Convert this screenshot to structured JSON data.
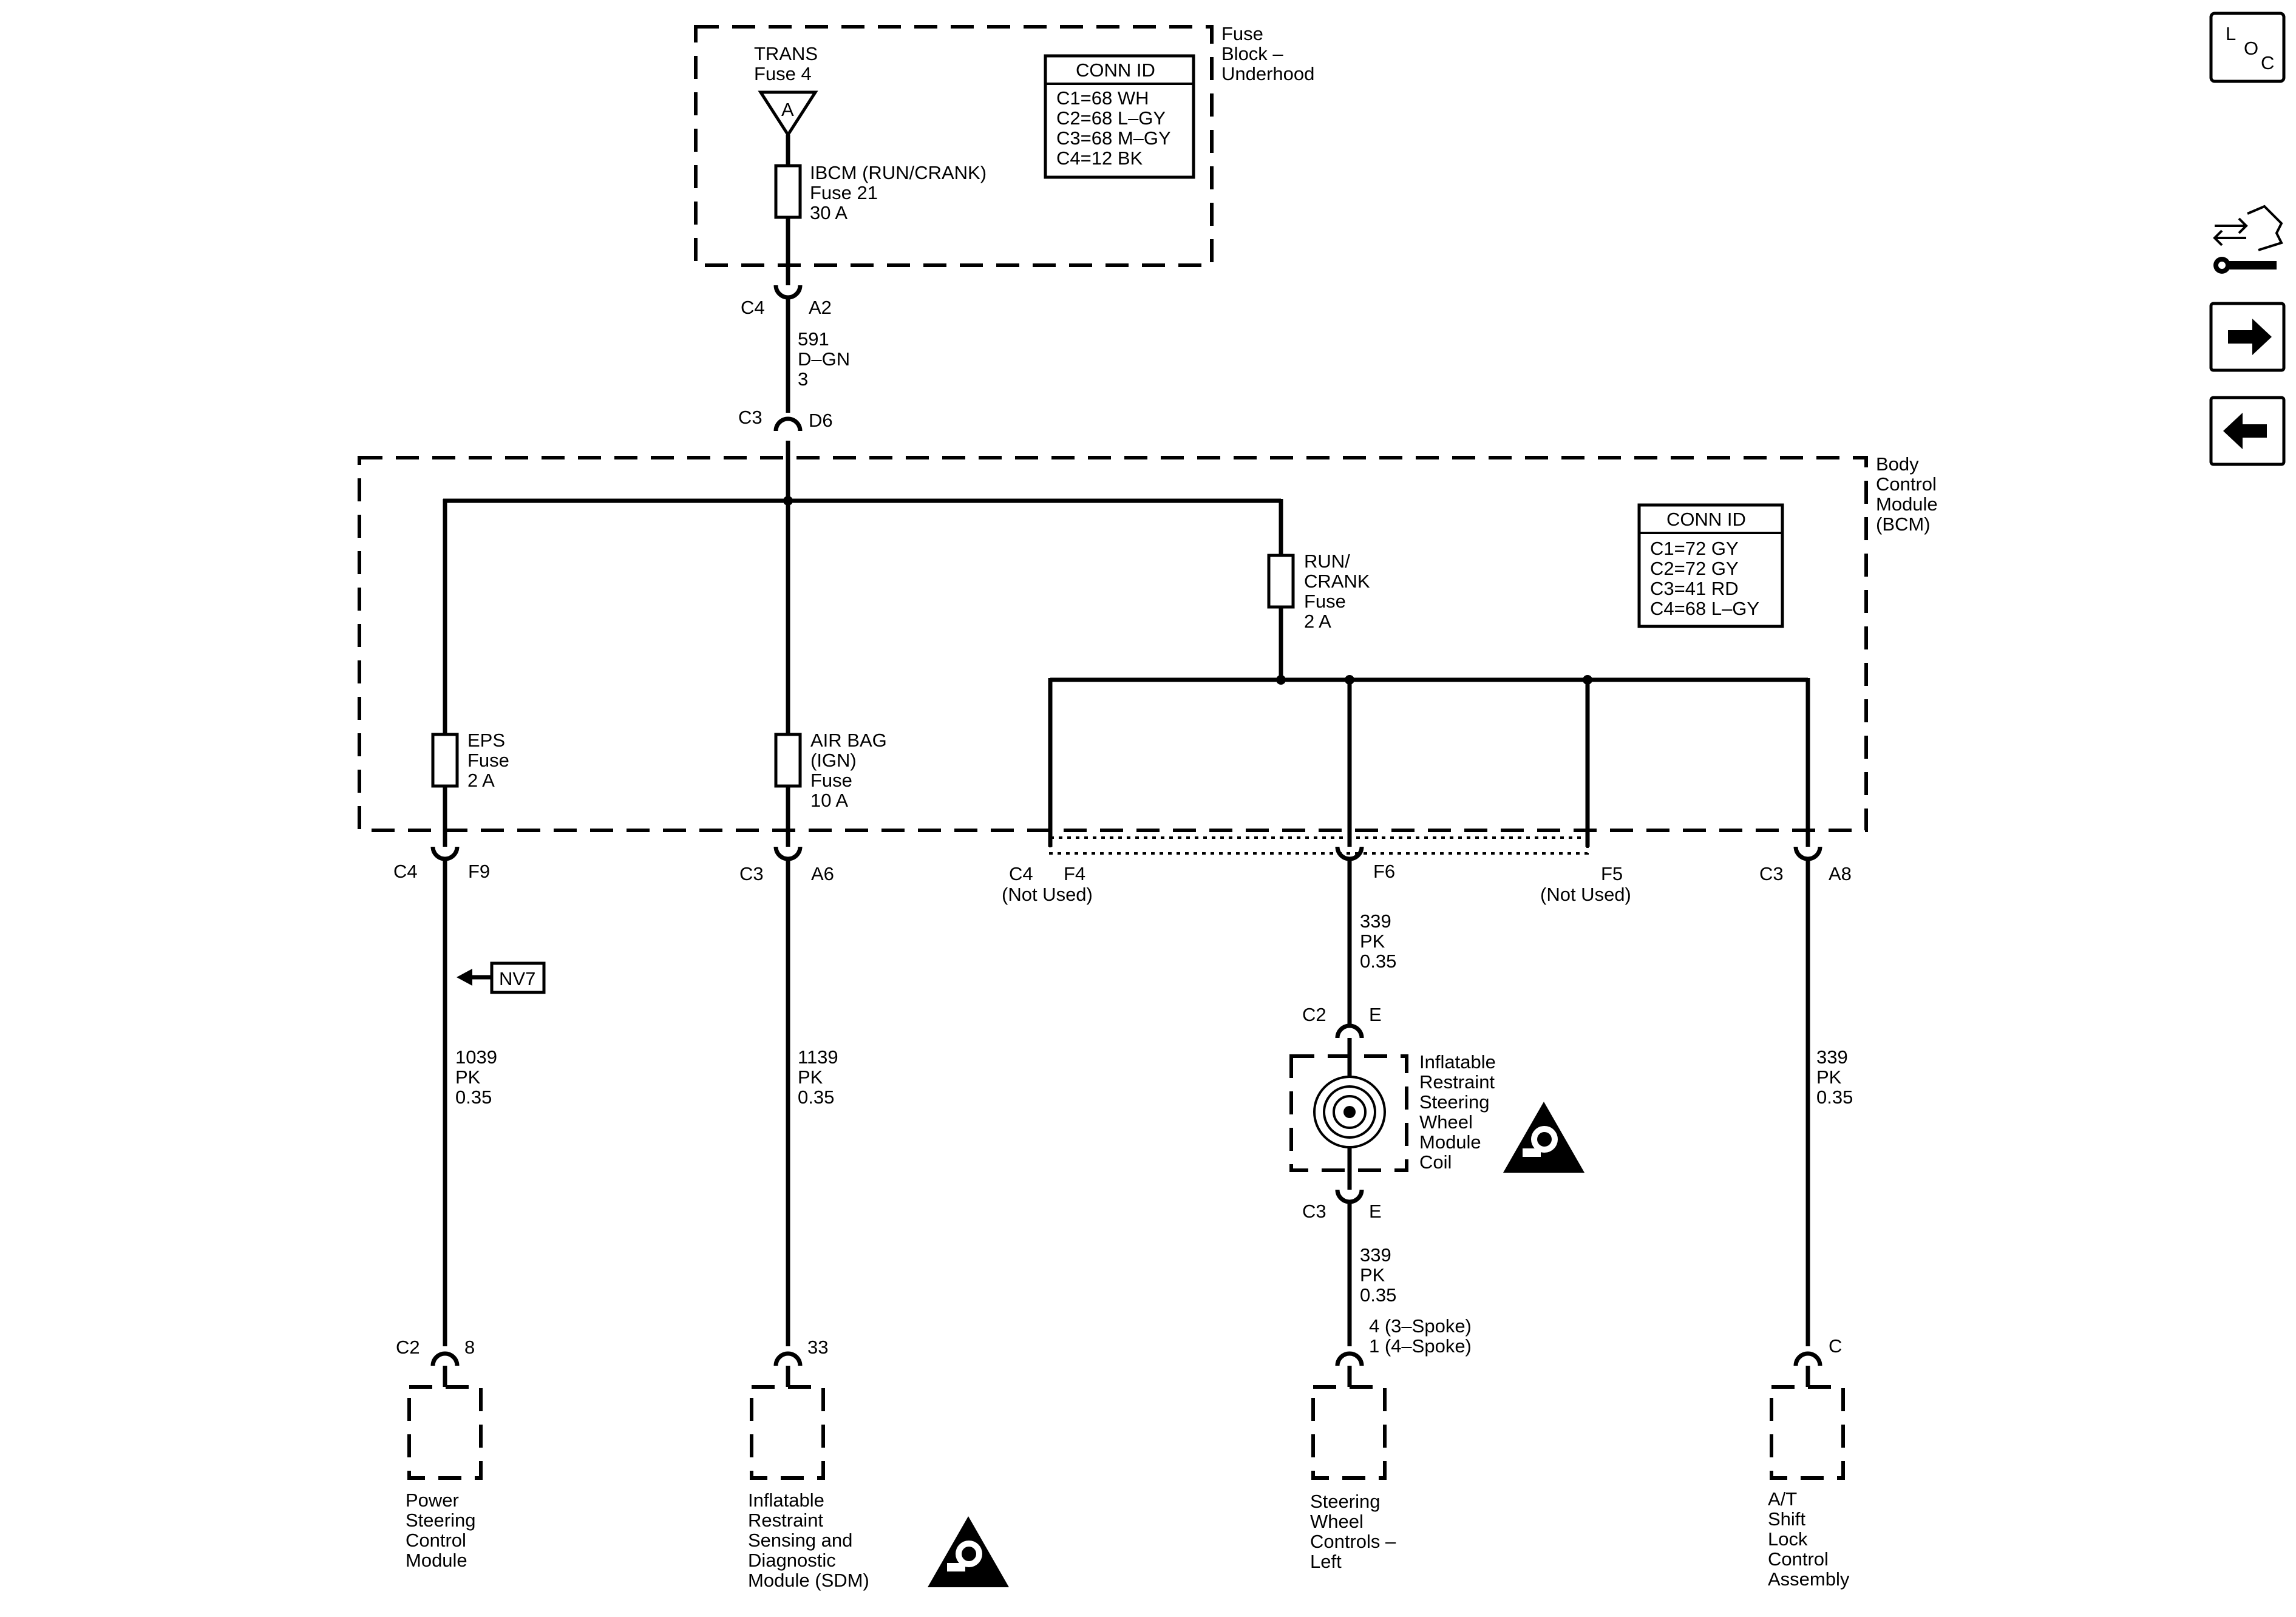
{
  "fuse_block": {
    "label": [
      "Fuse",
      "Block –",
      "Underhood"
    ],
    "trans_label": [
      "TRANS",
      "Fuse 4"
    ],
    "trans_terminal": "A",
    "ibcm_fuse": [
      "IBCM (RUN/CRANK)",
      "Fuse 21",
      "30 A"
    ],
    "conn_id": {
      "title": "CONN ID",
      "rows": [
        "C1=68 WH",
        "C2=68 L–GY",
        "C3=68 M–GY",
        "C4=12 BK"
      ]
    }
  },
  "wire_fb_to_bcm": {
    "top_conn": "C4",
    "top_pin": "A2",
    "circuit": [
      "591",
      "D–GN",
      "3"
    ],
    "bottom_conn": "C3",
    "bottom_pin": "D6"
  },
  "bcm": {
    "label": [
      "Body",
      "Control",
      "Module",
      "(BCM)"
    ],
    "conn_id": {
      "title": "CONN ID",
      "rows": [
        "C1=72 GY",
        "C2=72 GY",
        "C3=41 RD",
        "C4=68 L–GY"
      ]
    },
    "run_crank_fuse": [
      "RUN/",
      "CRANK",
      "Fuse",
      "2 A"
    ],
    "eps_fuse": [
      "EPS",
      "Fuse",
      "2 A"
    ],
    "airbag_fuse": [
      "AIR BAG",
      "(IGN)",
      "Fuse",
      "10 A"
    ],
    "outputs": {
      "f9": {
        "conn": "C4",
        "pin": "F9"
      },
      "a6": {
        "conn": "C3",
        "pin": "A6"
      },
      "f4": {
        "conn": "C4",
        "pin": "F4",
        "note": "(Not Used)"
      },
      "f6": {
        "pin": "F6"
      },
      "f5": {
        "pin": "F5",
        "note": "(Not Used)"
      },
      "a8": {
        "conn": "C3",
        "pin": "A8"
      }
    }
  },
  "branch_eps": {
    "nav_ref": "NV7",
    "circuit": [
      "1039",
      "PK",
      "0.35"
    ],
    "end_conn": "C2",
    "end_pin": "8",
    "component": [
      "Power",
      "Steering",
      "Control",
      "Module"
    ]
  },
  "branch_sdm": {
    "circuit": [
      "1139",
      "PK",
      "0.35"
    ],
    "end_pin": "33",
    "component": [
      "Inflatable",
      "Restraint",
      "Sensing and",
      "Diagnostic",
      "Module (SDM)"
    ]
  },
  "branch_coil": {
    "circuit_top": [
      "339",
      "PK",
      "0.35"
    ],
    "coil_in_conn": "C2",
    "coil_in_pin": "E",
    "coil_label": [
      "Inflatable",
      "Restraint",
      "Steering",
      "Wheel",
      "Module",
      "Coil"
    ],
    "coil_out_conn": "C3",
    "coil_out_pin": "E",
    "circuit_bottom": [
      "339",
      "PK",
      "0.35"
    ],
    "end_pins": [
      "4 (3–Spoke)",
      "1 (4–Spoke)"
    ],
    "component": [
      "Steering",
      "Wheel",
      "Controls –",
      "Left"
    ]
  },
  "branch_shift": {
    "circuit": [
      "339",
      "PK",
      "0.35"
    ],
    "end_pin": "C",
    "component": [
      "A/T",
      "Shift",
      "Lock",
      "Control",
      "Assembly"
    ]
  },
  "sidebar": {
    "loc_letters": [
      "L",
      "O",
      "C"
    ],
    "icons": [
      "connector-wrench-icon",
      "next-page-arrow-icon",
      "previous-page-arrow-icon"
    ]
  }
}
